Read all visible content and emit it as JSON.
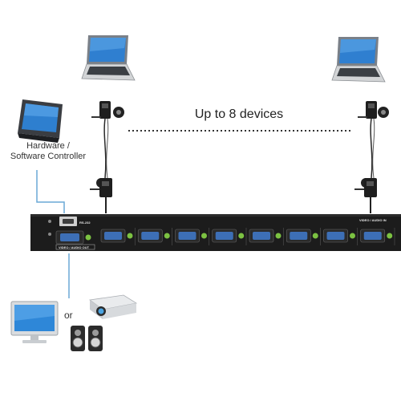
{
  "diagram": {
    "devices_label": "Up to 8 devices",
    "controller_label_line1": "Hardware /",
    "controller_label_line2": "Software Controller",
    "or_label": "or",
    "panel": {
      "rs232_label": "RS-232",
      "output_label": "VIDEO / AUDIO OUT",
      "input_label": "VIDEO / AUDIO IN",
      "port_count": 8
    },
    "colors": {
      "panel": "#1c1c1c",
      "vga_port": "#3d6fb6",
      "audio_jack": "#7cc242",
      "connector_line": "#6aa8d6",
      "dotted_line": "#333333"
    },
    "icons": [
      "laptop-icon",
      "touch-panel-controller-icon",
      "monitor-icon",
      "projector-icon",
      "speakers-icon",
      "cable-extender-icon"
    ]
  }
}
